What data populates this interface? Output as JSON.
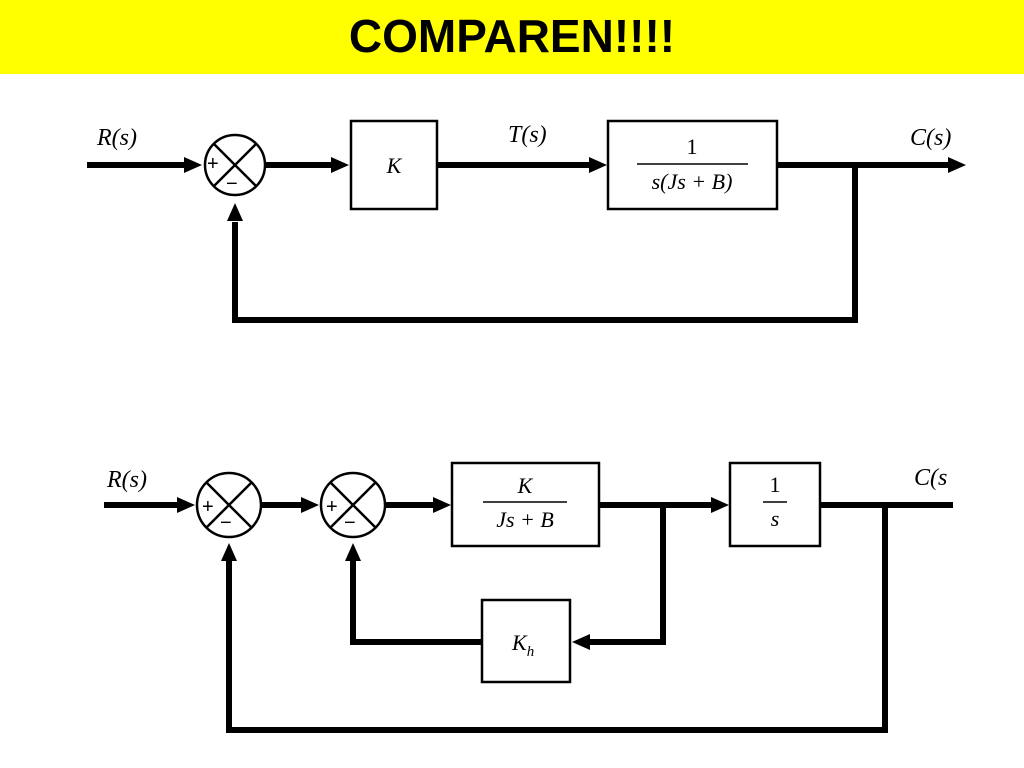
{
  "title": "COMPAREN!!!!",
  "diagram_top": {
    "input_label": "R(s)",
    "torque_label": "T(s)",
    "output_label": "C(s)",
    "gain_block": "K",
    "plant_numerator": "1",
    "plant_denominator": "s(Js + B)",
    "sum_plus": "+",
    "sum_minus": "−"
  },
  "diagram_bottom": {
    "input_label": "R(s)",
    "output_label": "C(s",
    "inner_numerator": "K",
    "inner_denominator": "Js + B",
    "integrator_numerator": "1",
    "integrator_denominator": "s",
    "feedback_block": "K",
    "feedback_subscript": "h",
    "sum1_plus": "+",
    "sum1_minus": "−",
    "sum2_plus": "+",
    "sum2_minus": "−"
  }
}
